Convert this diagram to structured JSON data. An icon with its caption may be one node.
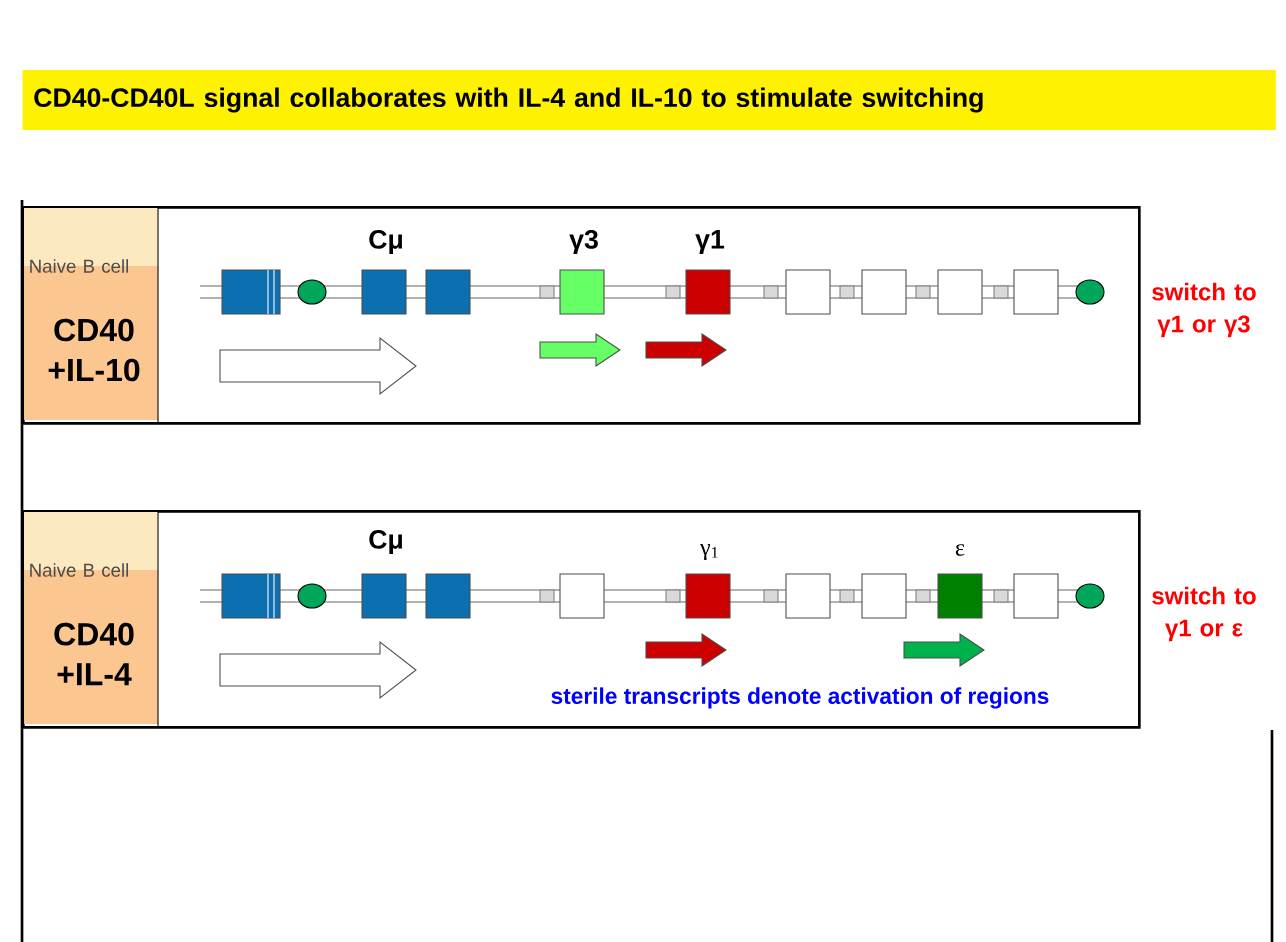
{
  "diagram": {
    "title": "CD40-CD40L signal collaborates with IL-4 and IL-10 to stimulate switching",
    "nodes": [
      {
        "text": [],
        "shape": "box"
      },
      {
        "text": [
          "Naive B cell",
          "CD40 +IL-10"
        ],
        "in": 0
      },
      {
        "text": [],
        "shape": "box"
      },
      {
        "text": [
          "Naive B cell",
          "CD40 +IL-4"
        ],
        "in": 2
      }
    ],
    "labels": [
      "Cμ",
      "γ3",
      "γ1",
      "switch to γ1 or γ3",
      "Cμ",
      "γ$_{1}$",
      "ε",
      "switch to γ1 or ε",
      "sterile transcripts denote activation of regions"
    ]
  }
}
